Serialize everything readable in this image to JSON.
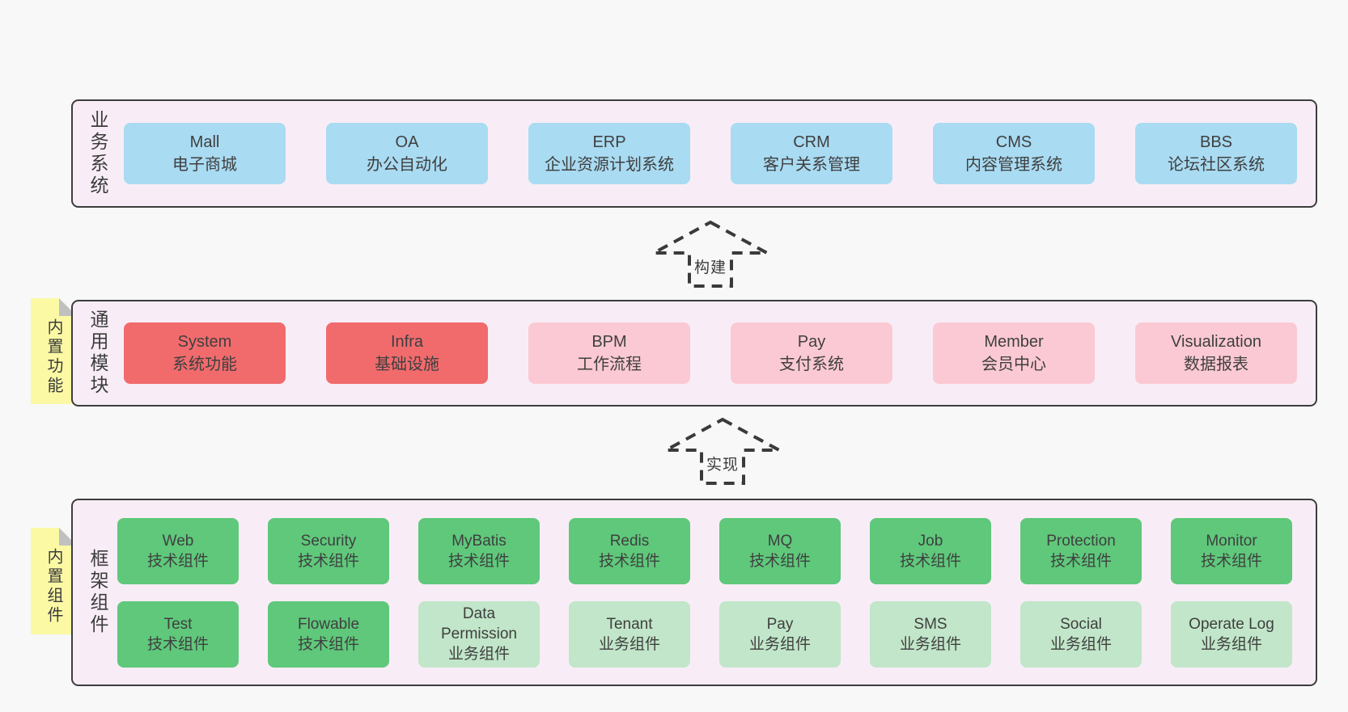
{
  "colors": {
    "page_bg": "#f8f8f8",
    "band_bg": "#f8edf6",
    "band_border": "#3d3d3d",
    "blue": "#a9dbf2",
    "red": "#f16b6d",
    "pink": "#fbc9d3",
    "green": "#5fc87b",
    "green_light": "#c1e6c9",
    "sticky_yellow": "#fbf9a4",
    "sticky_fold": "#c0c0c0",
    "arrow_dash": "#3a3a3a",
    "text": "#3f3f3f"
  },
  "arrows": [
    {
      "label": "构建"
    },
    {
      "label": "实现"
    }
  ],
  "bands": [
    {
      "id": "business-systems",
      "label": "业务系统",
      "sticky": null,
      "rows": [
        [
          {
            "name": "Mall",
            "desc": "电子商城",
            "color": "blue"
          },
          {
            "name": "OA",
            "desc": "办公自动化",
            "color": "blue"
          },
          {
            "name": "ERP",
            "desc": "企业资源计划系统",
            "color": "blue"
          },
          {
            "name": "CRM",
            "desc": "客户关系管理",
            "color": "blue"
          },
          {
            "name": "CMS",
            "desc": "内容管理系统",
            "color": "blue"
          },
          {
            "name": "BBS",
            "desc": "论坛社区系统",
            "color": "blue"
          }
        ]
      ]
    },
    {
      "id": "common-modules",
      "label": "通用模块",
      "sticky": "内置功能",
      "rows": [
        [
          {
            "name": "System",
            "desc": "系统功能",
            "color": "red"
          },
          {
            "name": "Infra",
            "desc": "基础设施",
            "color": "red"
          },
          {
            "name": "BPM",
            "desc": "工作流程",
            "color": "pink"
          },
          {
            "name": "Pay",
            "desc": "支付系统",
            "color": "pink"
          },
          {
            "name": "Member",
            "desc": "会员中心",
            "color": "pink"
          },
          {
            "name": "Visualization",
            "desc": "数据报表",
            "color": "pink"
          }
        ]
      ]
    },
    {
      "id": "framework-components",
      "label": "框架组件",
      "sticky": "内置组件",
      "rows": [
        [
          {
            "name": "Web",
            "desc": "技术组件",
            "color": "green"
          },
          {
            "name": "Security",
            "desc": "技术组件",
            "color": "green"
          },
          {
            "name": "MyBatis",
            "desc": "技术组件",
            "color": "green"
          },
          {
            "name": "Redis",
            "desc": "技术组件",
            "color": "green"
          },
          {
            "name": "MQ",
            "desc": "技术组件",
            "color": "green"
          },
          {
            "name": "Job",
            "desc": "技术组件",
            "color": "green"
          },
          {
            "name": "Protection",
            "desc": "技术组件",
            "color": "green"
          },
          {
            "name": "Monitor",
            "desc": "技术组件",
            "color": "green"
          }
        ],
        [
          {
            "name": "Test",
            "desc": "技术组件",
            "color": "green"
          },
          {
            "name": "Flowable",
            "desc": "技术组件",
            "color": "green"
          },
          {
            "name": "Data Permission",
            "desc": "业务组件",
            "color": "green-light"
          },
          {
            "name": "Tenant",
            "desc": "业务组件",
            "color": "green-light"
          },
          {
            "name": "Pay",
            "desc": "业务组件",
            "color": "green-light"
          },
          {
            "name": "SMS",
            "desc": "业务组件",
            "color": "green-light"
          },
          {
            "name": "Social",
            "desc": "业务组件",
            "color": "green-light"
          },
          {
            "name": "Operate Log",
            "desc": "业务组件",
            "color": "green-light"
          }
        ]
      ]
    }
  ]
}
